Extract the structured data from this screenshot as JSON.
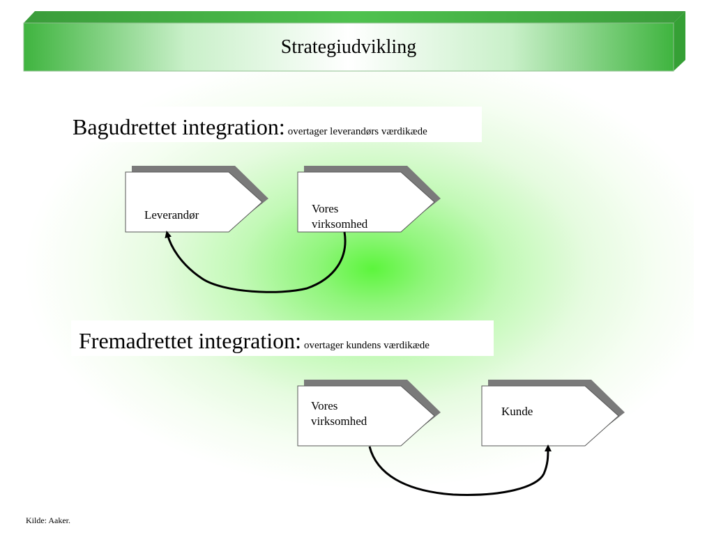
{
  "title": "Strategiudvikling",
  "colors": {
    "banner_green": "#3fb43f",
    "glow_green": "#5cf53c",
    "box_shadow": "#7a7a7a",
    "arrow": "#000000"
  },
  "backward": {
    "heading": "Bagudrettet integration:",
    "subheading": "overtager leverandørs værdikæde",
    "source_label": "Leverandør",
    "target_label": "Vores virksomhed"
  },
  "forward": {
    "heading": "Fremadrettet integration:",
    "subheading": "overtager kundens værdikæde",
    "source_label": "Vores virksomhed",
    "target_label": "Kunde"
  },
  "source_note": "Kilde: Aaker."
}
